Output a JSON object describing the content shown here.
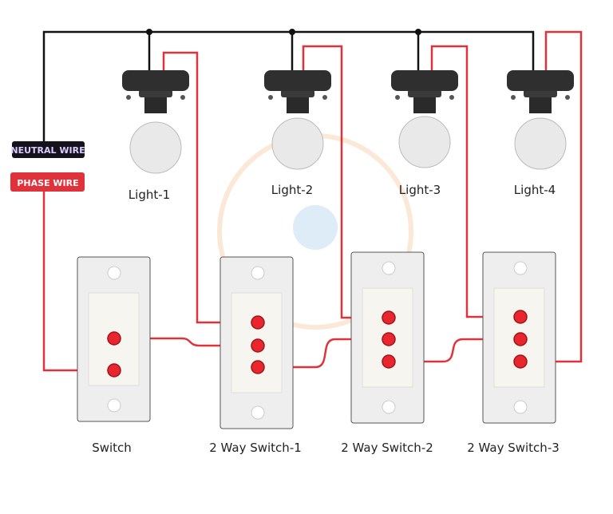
{
  "tags": {
    "neutral": "NEUTRAL WIRE",
    "phase": "PHASE WIRE"
  },
  "lights": [
    "Light-1",
    "Light-2",
    "Light-3",
    "Light-4"
  ],
  "switches": [
    "Switch",
    "2 Way Switch-1",
    "2 Way Switch-2",
    "2 Way Switch-3"
  ],
  "colors": {
    "neutral_wire": "#111111",
    "phase_wire": "#e0323a",
    "neutral_tag_bg": "#15121c",
    "neutral_tag_text": "#d9ccff",
    "phase_tag_bg": "#e0323a",
    "terminal": "#e8262e",
    "plate": "#eeeeee"
  }
}
